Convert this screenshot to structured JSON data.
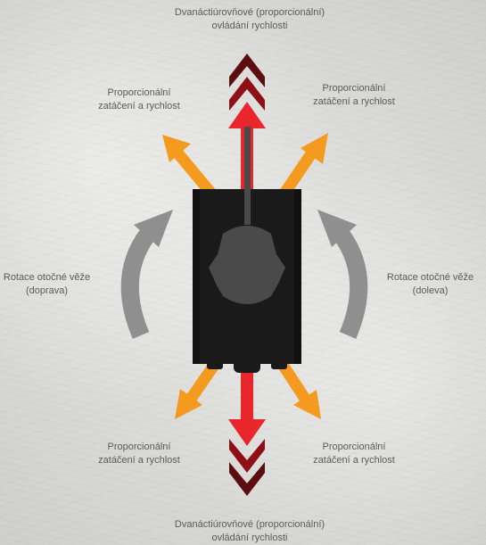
{
  "labels": {
    "top": "Dvanáctiúrovňové (proporcionální)\novládání rychlosti",
    "bottom": "Dvanáctiúrovňové (proporcionální)\novládání rychlosti",
    "upper_left": "Proporcionální\nzatáčení a rychlost",
    "upper_right": "Proporcionální\nzatáčení a rychlost",
    "lower_left": "Proporcionální\nzatáčení a rychlost",
    "lower_right": "Proporcionální\nzatáčení a rychlost",
    "left": "Rotace otočné věže\n(doprava)",
    "right": "Rotace otočné věže\n(doleva)"
  },
  "colors": {
    "red": "#e8262b",
    "dark_red": "#5c0d10",
    "mid_red": "#8e0f16",
    "orange": "#f39a1f",
    "gray": "#8f8f8f",
    "device": "#1a1a1a",
    "device_shape": "#4a4a4a"
  }
}
